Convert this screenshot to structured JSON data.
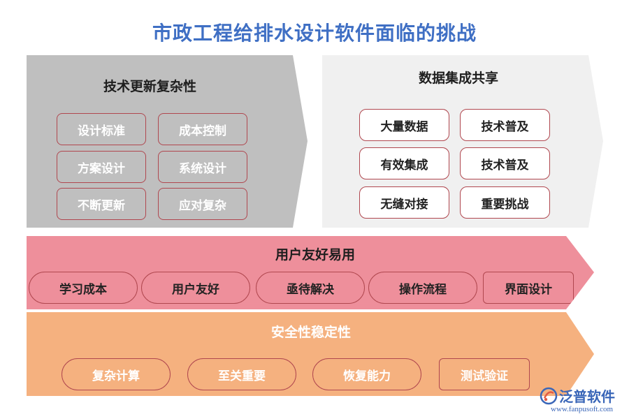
{
  "title": "市政工程给排水设计软件面临的挑战",
  "sections": {
    "tech": {
      "title": "技术更新复杂性",
      "items": [
        "设计标准",
        "成本控制",
        "方案设计",
        "系统设计",
        "不断更新",
        "应对复杂"
      ]
    },
    "data": {
      "title": "数据集成共享",
      "items": [
        "大量数据",
        "技术普及",
        "有效集成",
        "技术普及",
        "无缝对接",
        "重要挑战"
      ]
    },
    "user": {
      "title": "用户友好易用",
      "items": [
        "学习成本",
        "用户友好",
        "亟待解决",
        "操作流程",
        "界面设计"
      ]
    },
    "safety": {
      "title": "安全性稳定性",
      "items": [
        "复杂计算",
        "至关重要",
        "恢复能力",
        "测试验证"
      ]
    }
  },
  "logo": {
    "name": "泛普软件",
    "url": "www.fanpusoft.com"
  },
  "colors": {
    "title": "#3f6fc4",
    "tech_bg": "#bfbfbf",
    "data_bg": "#f0f0f0",
    "user_bg": "#ee8f9b",
    "safety_bg": "#f5b17f",
    "box_border": "#b0474f"
  }
}
